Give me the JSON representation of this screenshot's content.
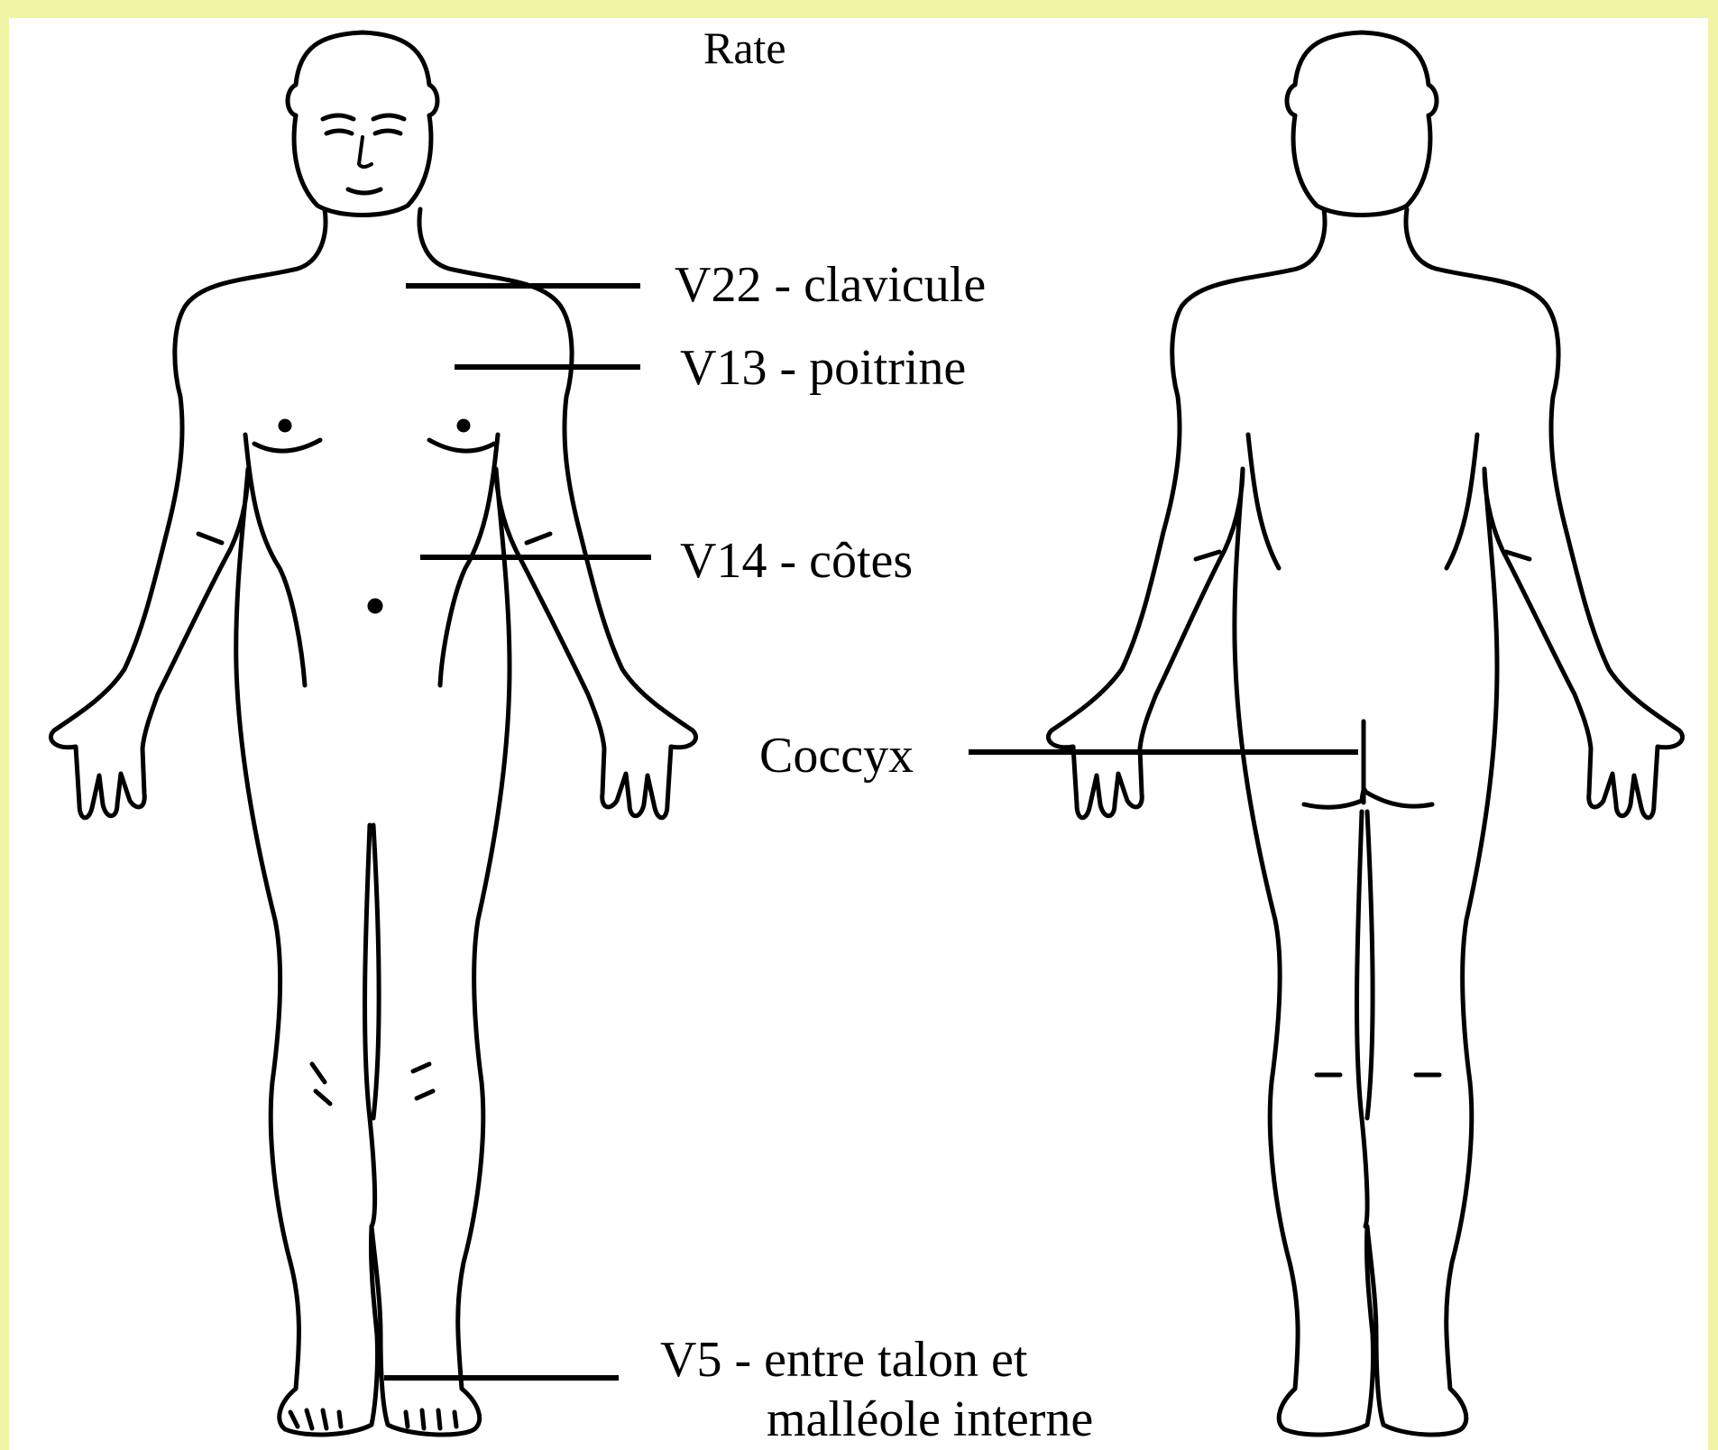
{
  "title": "Rate",
  "points": [
    {
      "id": "v22",
      "label": "V22 - clavicule"
    },
    {
      "id": "v13",
      "label": "V13 - poitrine"
    },
    {
      "id": "v14",
      "label": "V14 - côtes"
    },
    {
      "id": "coccyx",
      "label": "Coccyx"
    },
    {
      "id": "v5",
      "label": "V5 - entre talon et",
      "label_line2": "malléole interne"
    }
  ],
  "colors": {
    "border": "#f0f5a6",
    "background": "#ffffff",
    "ink": "#000000"
  }
}
